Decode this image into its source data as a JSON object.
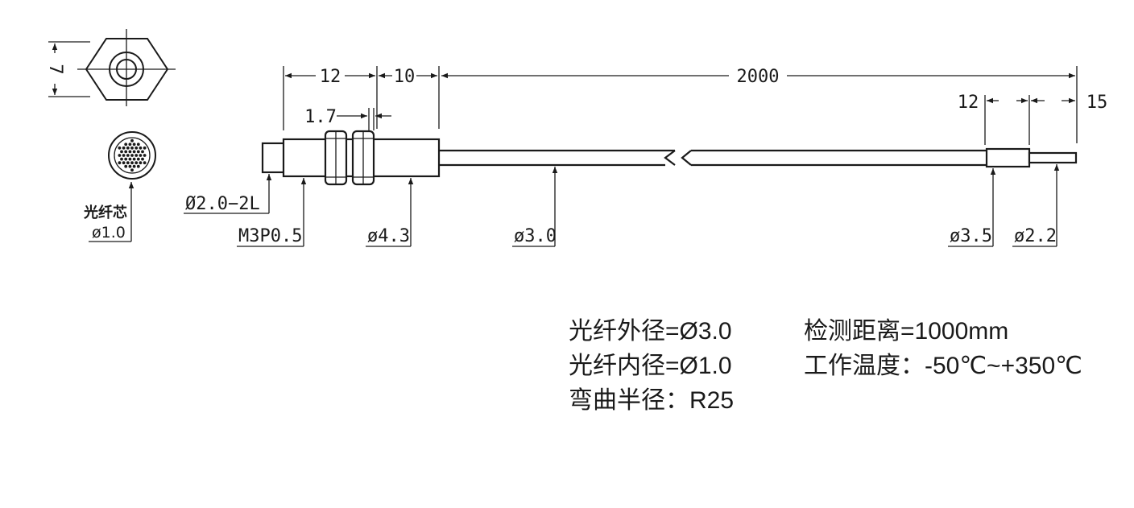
{
  "dimensions": {
    "hex_height": "7",
    "body_length": "12",
    "nut_spacing": "10",
    "cable_length": "2000",
    "nut_width": "1.7",
    "sleeve_length": "12",
    "tip_length": "15"
  },
  "callouts": {
    "tip_dia": "Ø2.0−2L",
    "thread": "M3P0.5",
    "nut_dia": "ø4.3",
    "cable_dia": "ø3.0",
    "sleeve_dia": "ø3.5",
    "end_dia": "ø2.2",
    "core_label": "光纤芯",
    "core_dia": "ø1.0"
  },
  "specs": {
    "outer_dia": "光纤外径=Ø3.0",
    "inner_dia": "光纤内径=Ø1.0",
    "bend_radius": "弯曲半径：R25",
    "detect_dist": "检测距离=1000mm",
    "work_temp": "工作温度：-50℃~+350℃"
  }
}
